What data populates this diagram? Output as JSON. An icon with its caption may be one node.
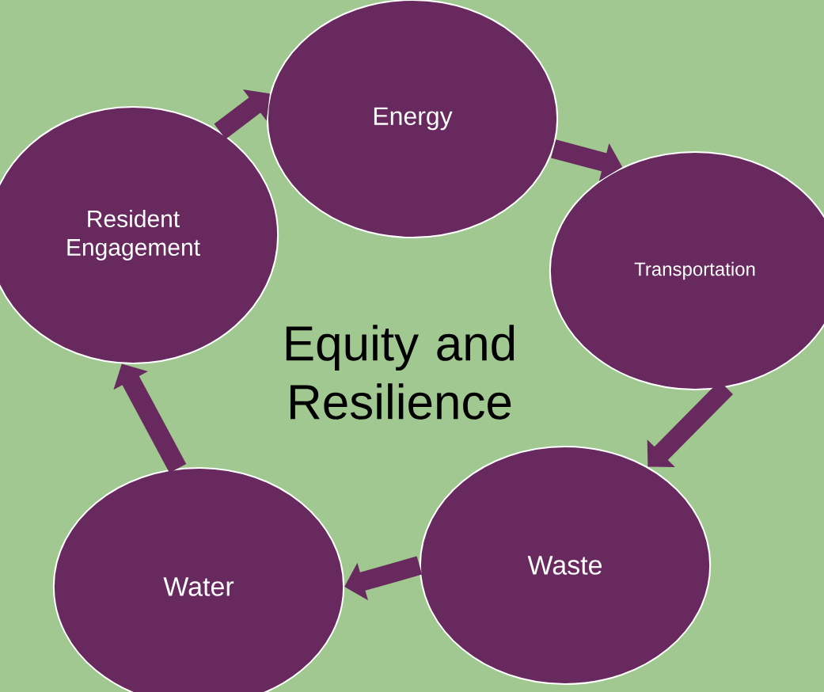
{
  "diagram": {
    "nodes": [
      {
        "text": [
          "Energy"
        ]
      },
      {
        "text": [
          "Transportation"
        ]
      },
      {
        "text": [
          "Waste"
        ]
      },
      {
        "text": [
          "Water"
        ]
      },
      {
        "text": [
          "Resident Engagement"
        ]
      }
    ],
    "edges": [
      {
        "from": 0,
        "to": 1,
        "arrow": "to"
      },
      {
        "from": 1,
        "to": 2,
        "arrow": "to"
      },
      {
        "from": 2,
        "to": 3,
        "arrow": "to"
      },
      {
        "from": 3,
        "to": 4,
        "arrow": "to"
      },
      {
        "from": 4,
        "to": 0,
        "arrow": "to"
      }
    ],
    "labels": [
      "Equity and Resilience"
    ]
  }
}
